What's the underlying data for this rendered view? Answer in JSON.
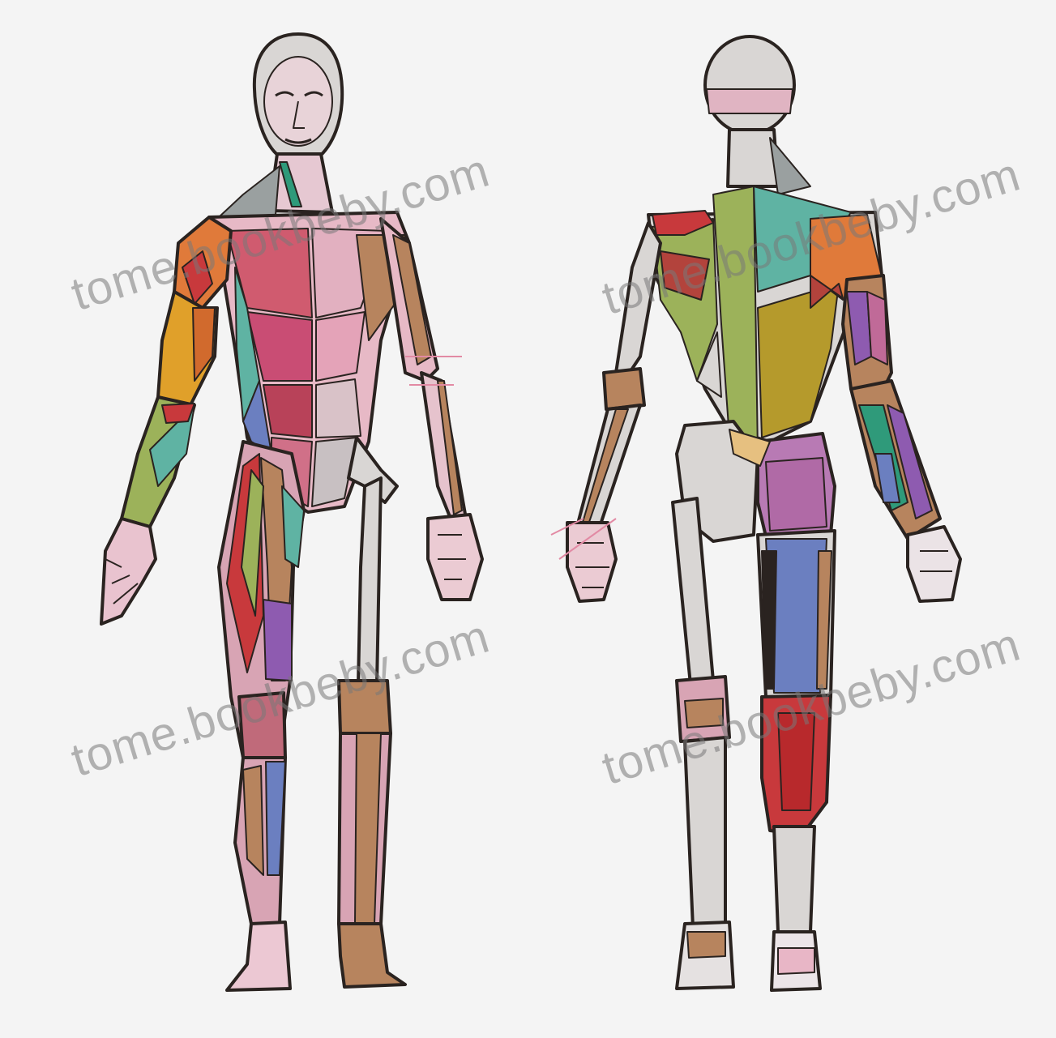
{
  "watermarks": [
    {
      "text": "tome.bookbeby.com"
    },
    {
      "text": "tome.bookbeby.com"
    },
    {
      "text": "tome.bookbeby.com"
    },
    {
      "text": "tome.bookbeby.com"
    }
  ],
  "colors": {
    "background": "#f4f4f4",
    "outline": "#2a2320",
    "bone": "#d9d6d4",
    "skin_pink": "#d8a4b4",
    "tan": "#b7845e",
    "orange": "#e07a3a",
    "red": "#c8393c",
    "teal": "#5fb3a3",
    "green": "#9cb25a",
    "olive": "#b59a2c",
    "purple": "#8e5bb0",
    "blue": "#6b7fc0",
    "magenta": "#c06a98"
  }
}
